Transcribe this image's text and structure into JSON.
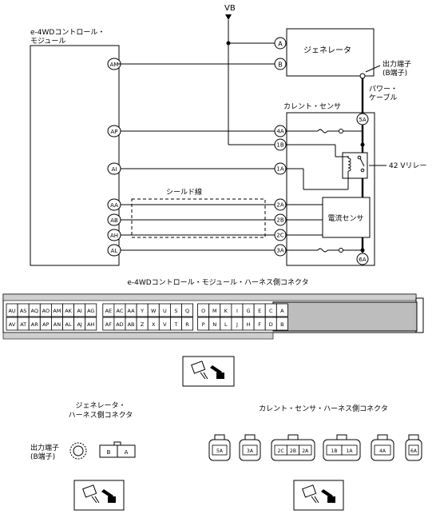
{
  "module": {
    "title_line1": "e-4WDコントロール・",
    "title_line2": "モジュール",
    "pins": [
      "AM",
      "AP",
      "AI",
      "AA",
      "AB",
      "AH",
      "AL"
    ]
  },
  "vb_label": "VB",
  "generator": {
    "label": "ジェネレータ",
    "pins": [
      "A",
      "B"
    ],
    "output_terminal_line1": "出力端子",
    "output_terminal_line2": "(B端子)"
  },
  "power_cable_line1": "パワー・",
  "power_cable_line2": "ケーブル",
  "current_sensor": {
    "label": "カレント・センサ",
    "pins": [
      "4A",
      "1B",
      "1A",
      "2A",
      "2B",
      "2C",
      "3A"
    ],
    "pin_top": "5A",
    "pin_bottom": "6A",
    "inner_label": "電流センサ"
  },
  "relay_label": "42 Vリレー",
  "shield_label": "シールド線",
  "harness_connector": {
    "title": "e-4WDコントロール・モジュール・ハーネス側コネクタ",
    "row1": [
      "AU",
      "AS",
      "AQ",
      "AO",
      "AM",
      "AK",
      "AI",
      "AG",
      "AE",
      "AC",
      "AA",
      "Y",
      "W",
      "U",
      "S",
      "Q",
      "O",
      "M",
      "K",
      "I",
      "G",
      "E",
      "C",
      "A"
    ],
    "row2": [
      "AV",
      "AT",
      "AR",
      "AP",
      "AN",
      "AL",
      "AJ",
      "AH",
      "AF",
      "AD",
      "AB",
      "Z",
      "X",
      "V",
      "T",
      "R",
      "P",
      "N",
      "L",
      "J",
      "H",
      "F",
      "D",
      "B"
    ]
  },
  "generator_connector": {
    "title_line1": "ジェネレータ・",
    "title_line2": "ハーネス側コネクタ",
    "terminal_line1": "出力端子",
    "terminal_line2": "(B端子)",
    "pins": [
      "B",
      "A"
    ]
  },
  "sensor_connector": {
    "title": "カレント・センサ・ハーネス側コネクタ",
    "groups": [
      [
        "5A"
      ],
      [
        "3A"
      ],
      [
        "2C",
        "2B",
        "2A"
      ],
      [
        "1B",
        "1A"
      ],
      [
        "4A"
      ],
      [
        "6A"
      ]
    ]
  }
}
